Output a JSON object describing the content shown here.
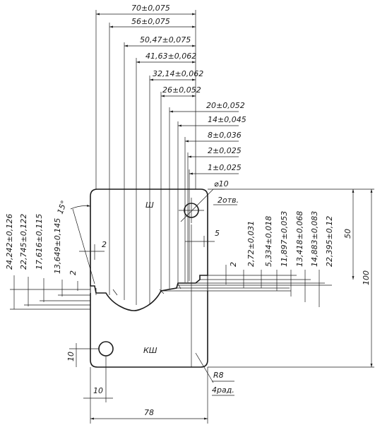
{
  "top_dims": [
    "70±0,075",
    "56±0,075",
    "50,47±0,075",
    "41,63±0,062",
    "32,14±0,062",
    "26±0,052",
    "20±0,052",
    "14±0,045",
    "8±0,036",
    "2±0,025",
    "1±0,025"
  ],
  "left_dims": [
    "24,242±0,126",
    "22,745±0,122",
    "17,616±0,115",
    "13,649±0,145"
  ],
  "right_dims": [
    "2,72±0,031",
    "5,334±0,018",
    "11,897±0,053",
    "13,418±0,068",
    "14,883±0,083",
    "22,395±0,12"
  ],
  "labels": {
    "hole_dia": "⌀10",
    "hole_count": "2отв.",
    "angle": "15°",
    "dim_2_left": "2",
    "dim_2_left_b": "2",
    "dim_2_right": "2",
    "dim_5": "5",
    "dim_50": "50",
    "dim_100": "100",
    "dim_10_vert": "10",
    "dim_10_horiz": "10",
    "dim_78": "78",
    "radius": "R8",
    "radius_count": "4рад.",
    "zone_top": "Ш",
    "zone_bottom": "КШ"
  }
}
